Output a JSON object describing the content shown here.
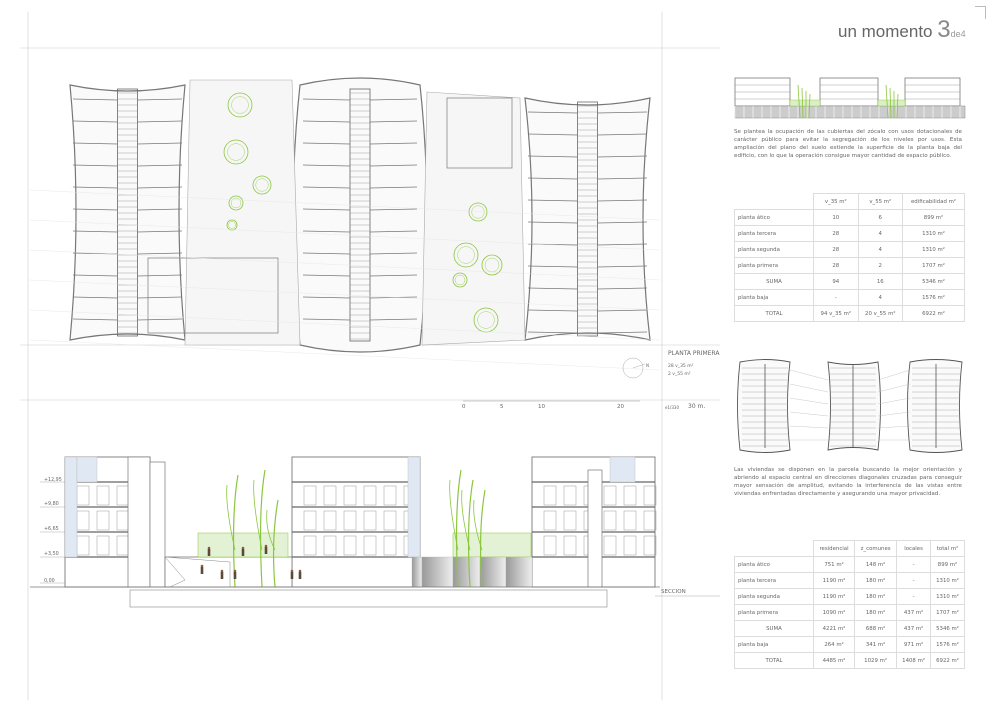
{
  "header": {
    "title": "un momento",
    "number": "3",
    "suffix": "de4"
  },
  "plan": {
    "label": "PLANTA PRIMERA",
    "legend": [
      "28 v_35 m²",
      "2 v_55 m²"
    ],
    "north": "N",
    "scale_ticks": [
      "0",
      "5",
      "10",
      "20"
    ],
    "scale_ratio": "e1/330",
    "scale_end": "30 m."
  },
  "section": {
    "label": "SECCION",
    "levels": [
      "+12,95",
      "+9,80",
      "+6,65",
      "+3,50",
      "0,00"
    ]
  },
  "text1": "Se plantea la ocupación de las cubiertas del zócalo con usos dotacionales de carácter público para evitar la segregación de los niveles por usos. Esta ampliación del plano del suelo extiende la superficie de la planta baja del edificio, con lo que la operación consigue mayor cantidad de espacio público.",
  "table1": {
    "headers": [
      "",
      "v_35 m²",
      "v_55 m²",
      "edificabilidad m²"
    ],
    "rows": [
      [
        "planta ático",
        "10",
        "6",
        "899 m²"
      ],
      [
        "planta tercera",
        "28",
        "4",
        "1310 m²"
      ],
      [
        "planta segunda",
        "28",
        "4",
        "1310 m²"
      ],
      [
        "planta primera",
        "28",
        "2",
        "1707 m²"
      ],
      [
        "SUMA",
        "94",
        "16",
        "5346 m²"
      ],
      [
        "planta baja",
        "-",
        "4",
        "1576 m²"
      ],
      [
        "TOTAL",
        "94 v_35 m²",
        "20 v_55 m²",
        "6922 m²"
      ]
    ]
  },
  "text2": "Las viviendas se disponen en la parcela buscando la mejor orientación y abriendo al espacio central en direcciones diagonales cruzadas para conseguir mayor sensación de amplitud, evitando la interferencia de las vistas entre viviendas enfrentadas directamente y asegurando una mayor privacidad.",
  "table2": {
    "headers": [
      "",
      "residencial",
      "z_comunes",
      "locales",
      "total m²"
    ],
    "rows": [
      [
        "planta ático",
        "751 m²",
        "148 m²",
        "-",
        "899 m²"
      ],
      [
        "planta tercera",
        "1190 m²",
        "180 m²",
        "-",
        "1310 m²"
      ],
      [
        "planta segunda",
        "1190 m²",
        "180 m²",
        "-",
        "1310 m²"
      ],
      [
        "planta primera",
        "1090 m²",
        "180 m²",
        "437 m²",
        "1707 m²"
      ],
      [
        "SUMA",
        "4221 m²",
        "688 m²",
        "437 m²",
        "5346 m²"
      ],
      [
        "planta baja",
        "264 m²",
        "341 m²",
        "971 m²",
        "1576 m²"
      ],
      [
        "TOTAL",
        "4485 m²",
        "1029 m²",
        "1408 m²",
        "6922 m²"
      ]
    ]
  },
  "colors": {
    "line": "#999999",
    "green": "#8cc63f",
    "glass": "#dfe8f3",
    "text": "#666666"
  }
}
